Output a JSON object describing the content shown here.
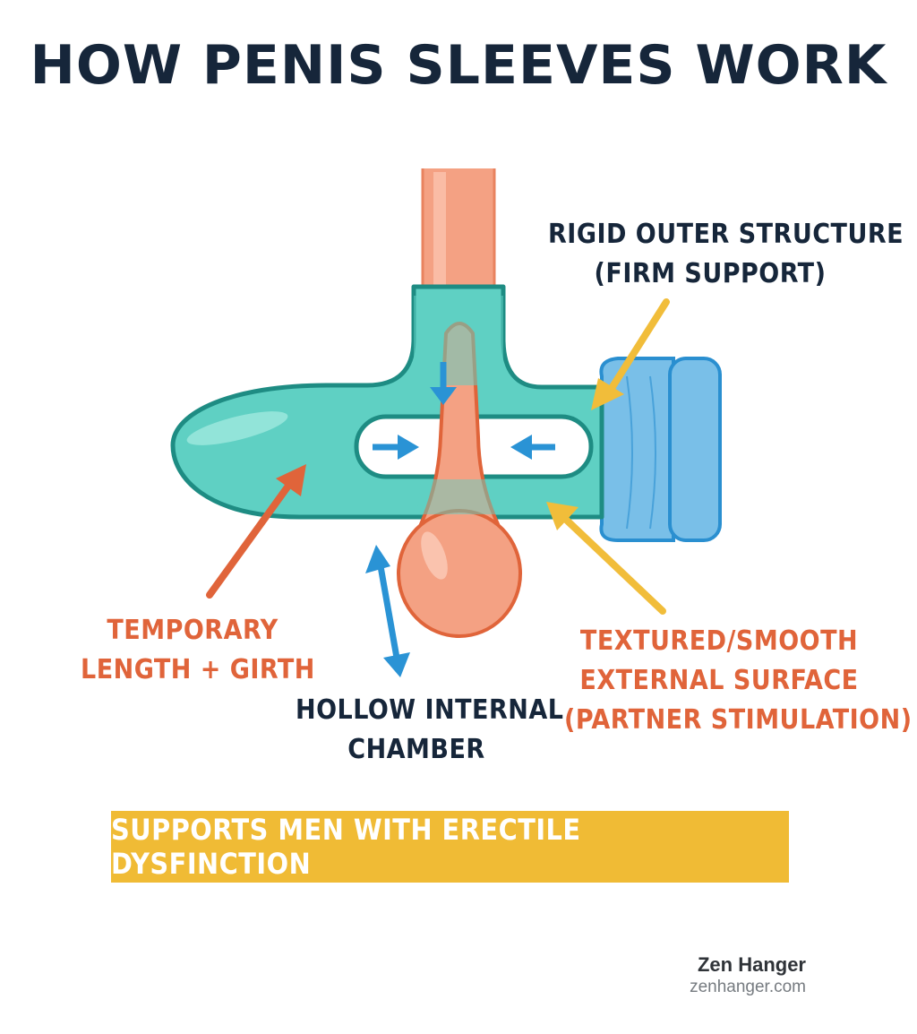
{
  "title": "HOW PENIS SLEEVES WORK",
  "labels": {
    "rigid_outer": [
      "RIGID OUTER STRUCTURE",
      "(FIRM SUPPORT)"
    ],
    "temporary": [
      "TEMPORARY",
      "LENGTH + GIRTH"
    ],
    "hollow": [
      "HOLLOW INTERNAL",
      "CHAMBER"
    ],
    "textured": [
      "TEXTURED/SMOOTH",
      "EXTERNAL SURFACE",
      "(PARTNER STIMULATION)"
    ]
  },
  "banner": "SUPPORTS MEN WITH ERECTILE DYSFINCTION",
  "brand": {
    "name": "Zen Hanger",
    "url": "zenhanger.com"
  },
  "colors": {
    "sleeve": "#5fd0c3",
    "sleeve_outline": "#1e8c83",
    "shaft": "#f4a183",
    "shaft_outline": "#e0643a",
    "base_ring": "#79bfe8",
    "arrow_blue": "#2a93d5",
    "arrow_orange": "#e0643a",
    "arrow_yellow": "#f1bd3a",
    "text_dark": "#16263a",
    "banner": "#f0bb35"
  },
  "icons": [
    "compression-arrow-icon",
    "double-arrow-icon",
    "pointer-arrow-icon"
  ]
}
